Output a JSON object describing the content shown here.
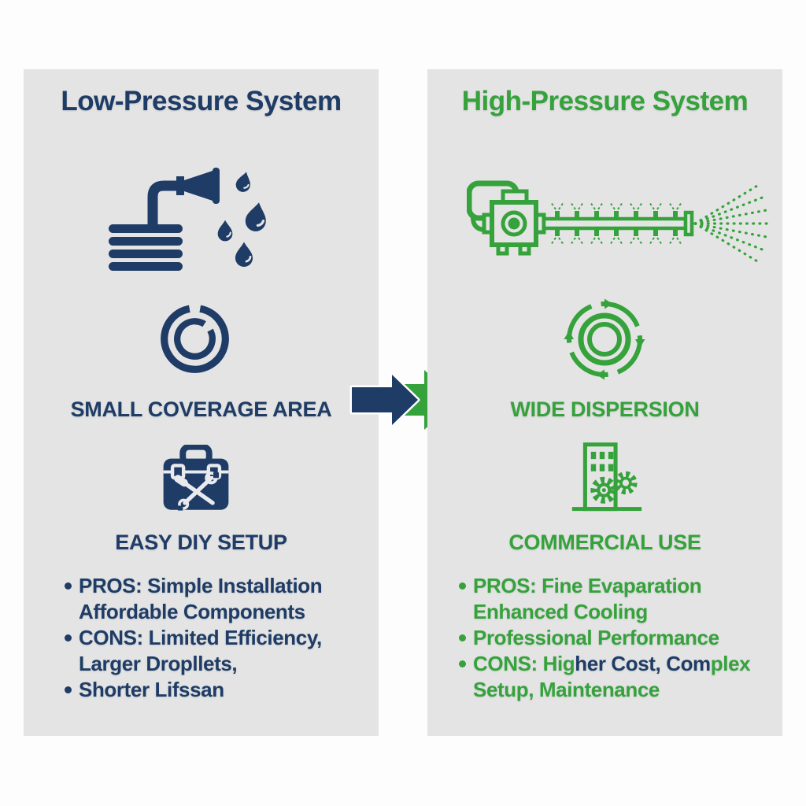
{
  "page": {
    "background": "#fdfdfd",
    "panel_background": "#e4e4e4"
  },
  "colors": {
    "navy": "#1e3c66",
    "green": "#35a23b"
  },
  "transition": {
    "icon": "double-right-arrows-icon",
    "navy_arrow_color": "#1e3c66",
    "green_arrow_color": "#35a23b"
  },
  "left": {
    "title": "Low-Pressure System",
    "hero_icon": "garden-hose-water-drops-icon",
    "features": [
      {
        "icon": "coverage-target-icon",
        "label": "SMALL COVERAGE AREA"
      },
      {
        "icon": "toolbox-tools-icon",
        "label": "EASY DIY SETUP"
      }
    ],
    "bullet_lines": [
      {
        "bullet": true,
        "text": "PROS: Simple Installation"
      },
      {
        "bullet": false,
        "text": "Affordable Components"
      },
      {
        "bullet": true,
        "text": "CONS: Limited Efficiency,"
      },
      {
        "bullet": false,
        "text": "Larger Dropllets,"
      },
      {
        "bullet": true,
        "text": "Shorter Lifssan"
      }
    ]
  },
  "right": {
    "title": "High-Pressure System",
    "hero_icon": "pump-misting-line-spray-icon",
    "features": [
      {
        "icon": "wide-dispersion-circles-icon",
        "label": "WIDE DISPERSION"
      },
      {
        "icon": "building-gears-icon",
        "label": "COMMERCIAL USE"
      }
    ],
    "bullet_lines": [
      {
        "bullet": true,
        "text": "PROS: Fine Evaparation"
      },
      {
        "bullet": false,
        "text": "Enhanced Cooling"
      },
      {
        "bullet": true,
        "text": "Professional Performance"
      },
      {
        "bullet": true,
        "segments": [
          {
            "text": "CONS: Hig",
            "color": "green"
          },
          {
            "text": "her Cost, Com",
            "color": "navy"
          },
          {
            "text": "plex",
            "color": "green"
          }
        ]
      },
      {
        "bullet": false,
        "text": "Setup, Maintenance"
      }
    ]
  }
}
